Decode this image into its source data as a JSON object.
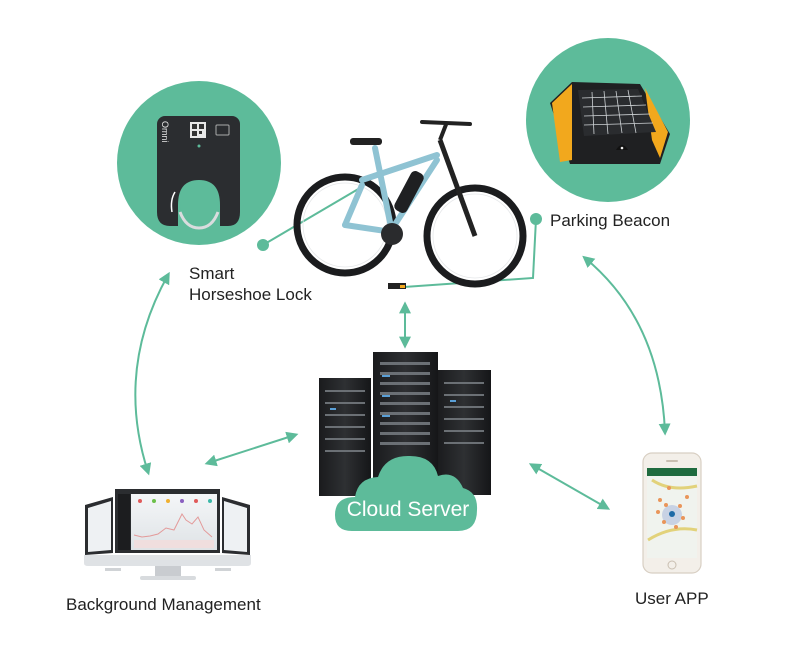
{
  "colors": {
    "accent": "#5dbb9a",
    "accent_dark": "#4aa888",
    "text": "#222222",
    "device_dark": "#2b2d30",
    "beacon_yellow": "#f2a81d",
    "bike_blue": "#8fc3d3"
  },
  "nodes": {
    "lock": {
      "label_line1": "Smart",
      "label_line2": "Horseshoe Lock",
      "brand": "Omni",
      "icon": "horseshoe-lock-icon"
    },
    "beacon": {
      "label": "Parking Beacon",
      "icon": "parking-beacon-icon"
    },
    "bike": {
      "icon": "e-bike-icon"
    },
    "cloud": {
      "label": "Cloud Server",
      "icon": "server-rack-icon"
    },
    "management": {
      "label": "Background Management",
      "icon": "monitor-dashboard-icon"
    },
    "app": {
      "label": "User APP",
      "icon": "smartphone-map-icon"
    }
  },
  "connections": [
    {
      "from": "lock",
      "to": "management",
      "type": "bidirectional"
    },
    {
      "from": "beacon",
      "to": "app",
      "type": "bidirectional"
    },
    {
      "from": "bike",
      "to": "cloud",
      "type": "bidirectional"
    },
    {
      "from": "management",
      "to": "cloud",
      "type": "bidirectional"
    },
    {
      "from": "cloud",
      "to": "app",
      "type": "bidirectional"
    }
  ]
}
